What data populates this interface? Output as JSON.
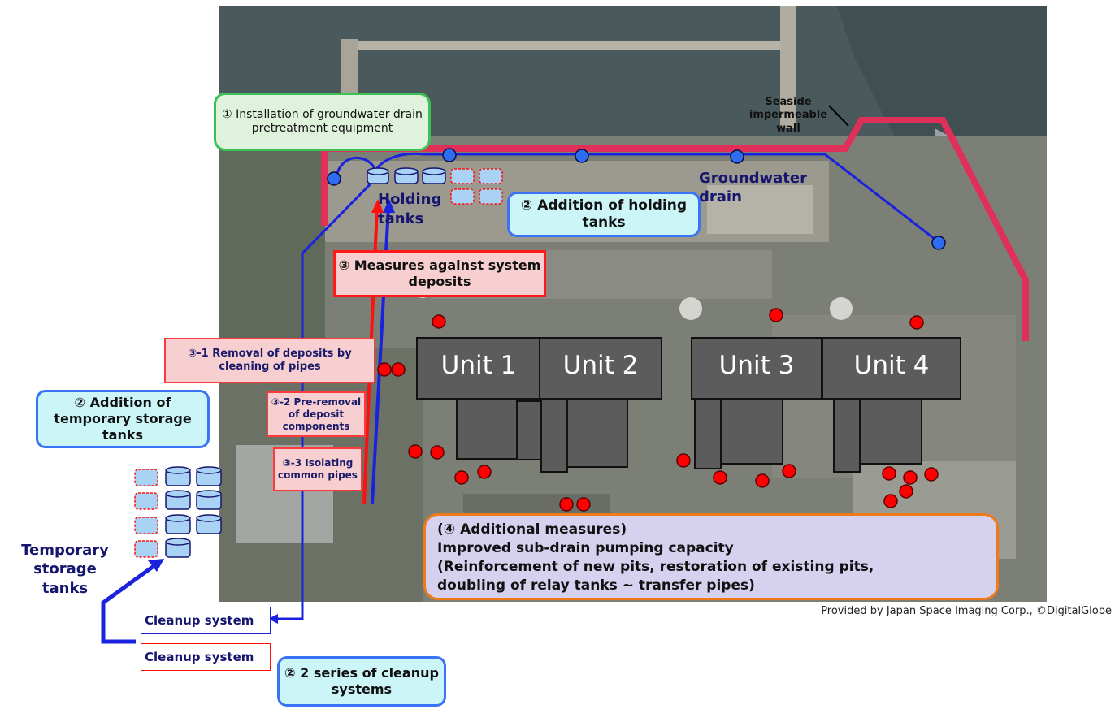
{
  "callouts": {
    "install": "① Installation of groundwater drain pretreatment equipment",
    "holding_tanks_add": "② Addition of holding tanks",
    "deposits": "③ Measures against system deposits",
    "removal": "③-1 Removal of deposits by cleaning of pipes",
    "preremoval": "③-2 Pre-removal of deposit components",
    "isolating": "③-3 Isolating common pipes",
    "temp_storage_add": "② Addition of temporary storage tanks",
    "two_series": "② 2 series of cleanup systems",
    "additional_title": "(④ Additional measures)",
    "additional_line1": "Improved sub-drain pumping capacity",
    "additional_line2": "(Reinforcement of new pits, restoration of existing pits,",
    "additional_line3": "doubling of relay tanks ~ transfer pipes)"
  },
  "labels": {
    "seaside_wall": "Seaside impermeable wall",
    "groundwater_drain": "Groundwater drain",
    "holding_tanks": "Holding tanks",
    "temporary_storage_tanks": "Temporary storage tanks",
    "cleanup_blue": "Cleanup system",
    "cleanup_red": "Cleanup system",
    "credit": "Provided by Japan Space Imaging Corp., ©DigitalGlobe"
  },
  "units": [
    "Unit 1",
    "Unit 2",
    "Unit 3",
    "Unit 4"
  ],
  "colors": {
    "wall": "#e0305a",
    "blue_line": "#1a22dd",
    "red_line": "#ff1010",
    "unit_fill": "#5c5c5c",
    "drain_point": "#2e6cf0",
    "subdrain_point": "#ff0000",
    "tank_fill": "#a9d2f5"
  }
}
